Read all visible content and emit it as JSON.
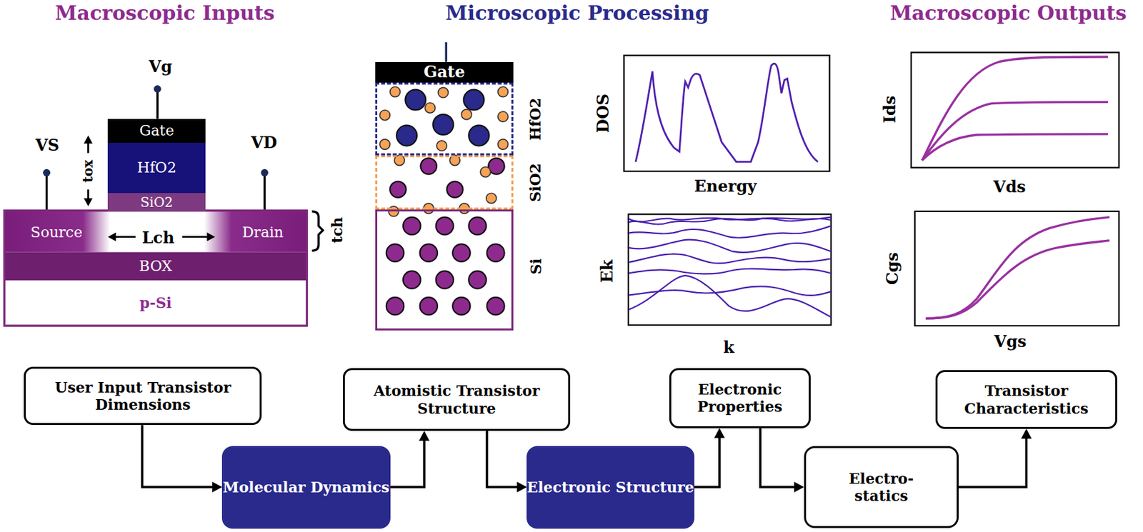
{
  "diagram": {
    "nodes": [
      {
        "text": [
          "Gate"
        ]
      },
      {
        "text": [
          "HfO2"
        ]
      },
      {
        "text": [
          "SiO2"
        ]
      },
      {
        "text": [
          "Source"
        ]
      },
      {
        "text": [
          "Drain"
        ]
      },
      {
        "text": [
          "BOX"
        ]
      },
      {
        "text": [
          "p-Si"
        ]
      },
      {
        "text": [
          "Gate"
        ]
      },
      {
        "text": [
          "HfO2"
        ]
      },
      {
        "text": [
          "SiO2"
        ]
      },
      {
        "text": [
          "Si"
        ]
      },
      {
        "text": [
          "User Input Transistor Dimensions"
        ]
      },
      {
        "text": [
          "Molecular Dynamics"
        ]
      },
      {
        "text": [
          "Atomistic Transistor Structure"
        ]
      },
      {
        "text": [
          "Electronic Structure"
        ]
      },
      {
        "text": [
          "Electronic Properties"
        ]
      },
      {
        "text": [
          "Electro- statics"
        ]
      },
      {
        "text": [
          "Transistor Characteristics"
        ]
      }
    ],
    "edges": [
      {
        "from": 11,
        "to": 12,
        "arrow": "to"
      },
      {
        "from": 12,
        "to": 13,
        "arrow": "to"
      },
      {
        "from": 13,
        "to": 14,
        "arrow": "to"
      },
      {
        "from": 14,
        "to": 15,
        "arrow": "to"
      },
      {
        "from": 15,
        "to": 16,
        "arrow": "to"
      },
      {
        "from": 16,
        "to": 17,
        "arrow": "to"
      }
    ],
    "labels": [
      "Macroscopic Inputs",
      "Microscopic Processing",
      "Macroscopic Outputs",
      "Vg",
      "VS",
      "VD",
      "tox",
      "tch",
      "Lch",
      "DOS",
      "Energy",
      "Ek",
      "k",
      "Ids",
      "Vds",
      "Cgs",
      "Vgs"
    ]
  }
}
